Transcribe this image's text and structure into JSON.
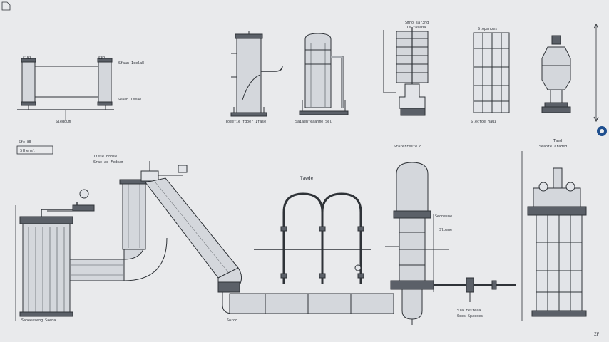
{
  "labels": {
    "top_exchanger_tag_left": "S1B3",
    "top_exchanger_tag_right": "S3P",
    "top_exchanger_label_1": "Sfaan 1eelaE",
    "top_exchanger_label_2": "Seaan 1eeae",
    "top_exchanger_caption": "Sledoum",
    "tank_caption": "Toeefie fdoer 1fase",
    "column_caption": "Saiaenfeaanme Sel",
    "stack_caption_top": "Smno sar3nd",
    "stack_caption_sub": "Ie fasa0a",
    "panel_caption_top": "Stopanpes",
    "panel_caption_bottom": "Slecfoe hauz",
    "left_box_line_1": "Sfe 8E",
    "left_box_line_2": "Sfhensl",
    "pipe_note_line_1": "Tiese bnnse",
    "pipe_note_line_2": "Srae ae Fedoam",
    "loop_label": "Tawde",
    "column_top_label": "Srarerreste o",
    "side_label_1": "Seonesne",
    "side_label_2": "Sloene",
    "bottom_left_text": "Saneeaseng Saena",
    "bottom_mid_text": "Sorod",
    "outlet_label_1": "Sla resfeaa",
    "outlet_label_2": "Sees Spaeoes",
    "right_unit_title_1": "Taed",
    "right_unit_title_2": "Seaote araded",
    "corner_mark": "ZF"
  },
  "colors": {
    "background": "#e9eaec",
    "ink": "#2f3338",
    "metal": "#d4d7dc",
    "marker": "#1f4f8f"
  },
  "icons": {
    "corner": "page-corner-icon",
    "marker": "circle-marker-icon"
  }
}
